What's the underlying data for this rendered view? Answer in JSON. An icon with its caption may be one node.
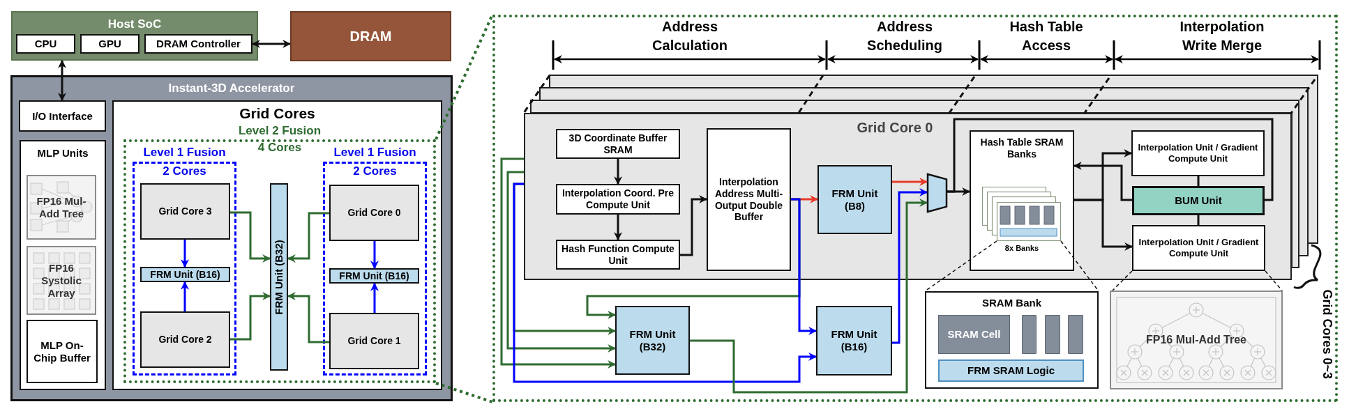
{
  "diagram": {
    "nodes": [
      {
        "text": [
          "Host SoC"
        ]
      },
      {
        "text": [
          "CPU"
        ],
        "in": 0
      },
      {
        "text": [
          "GPU"
        ],
        "in": 0
      },
      {
        "text": [
          "DRAM Controller"
        ],
        "in": 0
      },
      {
        "text": [
          "DRAM"
        ]
      },
      {
        "text": [
          "Instant-3D Accelerator"
        ]
      },
      {
        "text": [
          "I/O Interface"
        ],
        "in": 5
      },
      {
        "text": [
          "MLP Units"
        ],
        "in": 5
      },
      {
        "text": [
          "FP16 Mul-Add Tree"
        ],
        "in": 7
      },
      {
        "text": [
          "FP16 Systolic Array"
        ],
        "in": 7
      },
      {
        "text": [
          "MLP On-Chip Buffer"
        ],
        "in": 7
      },
      {
        "text": [
          "Grid Cores"
        ],
        "in": 5
      },
      {
        "text": [
          "Level 2 Fusion",
          "4 Cores"
        ],
        "in": 11
      },
      {
        "text": [
          "Level 1 Fusion",
          "2 Cores"
        ],
        "in": 12
      },
      {
        "text": [
          "Grid Core 3"
        ],
        "in": 13
      },
      {
        "text": [
          "FRM Unit (B16)"
        ],
        "in": 13
      },
      {
        "text": [
          "Grid Core 2"
        ],
        "in": 13
      },
      {
        "text": [
          "FRM Unit (B32)"
        ],
        "in": 12
      },
      {
        "text": [
          "Level 1 Fusion",
          "2 Cores"
        ],
        "in": 12
      },
      {
        "text": [
          "Grid Core 0"
        ],
        "in": 18
      },
      {
        "text": [
          "FRM Unit (B16)"
        ],
        "in": 18
      },
      {
        "text": [
          "Grid Core 1"
        ],
        "in": 18
      },
      {
        "text": [],
        "shape": "box"
      },
      {
        "text": [
          "Grid Core 0"
        ],
        "in": 22
      },
      {
        "text": [
          "3D Coordinate Buffer SRAM"
        ],
        "in": 23
      },
      {
        "text": [
          "Interpolation Coord. Pre Compute Unit"
        ],
        "in": 23
      },
      {
        "text": [
          "Hash Function Compute Unit"
        ],
        "in": 23
      },
      {
        "text": [
          "Interpolation Address Multi-Output Double Buffer"
        ],
        "in": 23
      },
      {
        "text": [
          "FRM Unit (B8)"
        ],
        "in": 23
      },
      {
        "text": [],
        "shape": "trapezoid",
        "in": 23
      },
      {
        "text": [
          "Hash Table SRAM Banks",
          "8x Banks"
        ],
        "in": 23
      },
      {
        "text": [],
        "shape": "picture",
        "in": 30
      },
      {
        "text": [
          "Interpolation Unit / Gradient Compute Unit"
        ],
        "in": 23
      },
      {
        "text": [
          "BUM Unit"
        ],
        "in": 23
      },
      {
        "text": [
          "Interpolation Unit / Gradient Compute Unit"
        ],
        "in": 23
      },
      {
        "text": [
          "FRM Unit (B32)"
        ],
        "in": 22
      },
      {
        "text": [
          "FRM Unit (B16)"
        ],
        "in": 22
      },
      {
        "text": [
          "SRAM Bank"
        ],
        "in": 22
      },
      {
        "text": [
          "SRAM Cell"
        ],
        "in": 37
      },
      {
        "text": [],
        "shape": "bar",
        "in": 37
      },
      {
        "text": [],
        "shape": "bar",
        "in": 37
      },
      {
        "text": [],
        "shape": "bar",
        "in": 37
      },
      {
        "text": [
          "FRM SRAM Logic"
        ],
        "in": 37
      },
      {
        "text": [
          "FP16 Mul-Add Tree"
        ],
        "in": 22
      }
    ],
    "edges": [
      {
        "from": 3,
        "to": 4,
        "arrow": "both"
      },
      {
        "from": 0,
        "to": 6,
        "arrow": "both"
      },
      {
        "from": 14,
        "to": 15,
        "arrow": "to",
        "color": "#0000ff"
      },
      {
        "from": 16,
        "to": 15,
        "arrow": "to",
        "color": "#0000ff"
      },
      {
        "from": 19,
        "to": 20,
        "arrow": "to",
        "color": "#0000ff"
      },
      {
        "from": 21,
        "to": 20,
        "arrow": "to",
        "color": "#0000ff"
      },
      {
        "from": 14,
        "to": 17,
        "arrow": "to",
        "color": "#2e6b30"
      },
      {
        "from": 16,
        "to": 17,
        "arrow": "to",
        "color": "#2e6b30"
      },
      {
        "from": 19,
        "to": 17,
        "arrow": "to",
        "color": "#2e6b30"
      },
      {
        "from": 21,
        "to": 17,
        "arrow": "to",
        "color": "#2e6b30"
      },
      {
        "from": 12,
        "to": 22,
        "arrow": "none",
        "style": "dashed",
        "color": "#2e6b30"
      },
      {
        "from": 12,
        "to": 22,
        "arrow": "none",
        "style": "dashed",
        "color": "#2e6b30"
      },
      {
        "from": 24,
        "to": 25,
        "arrow": "to"
      },
      {
        "from": 25,
        "to": 26,
        "arrow": "to"
      },
      {
        "from": 26,
        "to": 27,
        "arrow": "to"
      },
      {
        "from": 27,
        "to": 28,
        "arrow": "to",
        "color": "#e63a2a"
      },
      {
        "from": 27,
        "to": 35,
        "arrow": "to",
        "color": "#2e6b30"
      },
      {
        "from": 27,
        "to": 36,
        "arrow": "to",
        "color": "#0000ff"
      },
      {
        "from": 23,
        "to": 35,
        "arrow": "to",
        "color": "#2e6b30"
      },
      {
        "from": 23,
        "to": 35,
        "arrow": "to",
        "color": "#2e6b30"
      },
      {
        "from": 23,
        "to": 35,
        "arrow": "to",
        "color": "#2e6b30"
      },
      {
        "from": 23,
        "to": 36,
        "arrow": "to",
        "color": "#0000ff"
      },
      {
        "from": 28,
        "to": 29,
        "arrow": "to",
        "color": "#e63a2a"
      },
      {
        "from": 36,
        "to": 29,
        "arrow": "to",
        "color": "#0000ff"
      },
      {
        "from": 35,
        "to": 29,
        "arrow": "to",
        "color": "#2e6b30"
      },
      {
        "from": 29,
        "to": 30,
        "arrow": "to"
      },
      {
        "from": 29,
        "to": 33,
        "arrow": "none"
      },
      {
        "from": 30,
        "to": 32,
        "arrow": "to"
      },
      {
        "from": 30,
        "to": 34,
        "arrow": "to"
      },
      {
        "from": 33,
        "to": 30,
        "arrow": "to"
      },
      {
        "from": 32,
        "to": 33,
        "arrow": "none"
      },
      {
        "from": 33,
        "to": 34,
        "arrow": "none"
      },
      {
        "from": 31,
        "to": 37,
        "arrow": "none",
        "style": "dashed"
      },
      {
        "from": 31,
        "to": 37,
        "arrow": "none",
        "style": "dashed"
      },
      {
        "from": 34,
        "to": 43,
        "arrow": "none",
        "style": "dashed"
      },
      {
        "from": 34,
        "to": 43,
        "arrow": "none",
        "style": "dashed"
      }
    ],
    "labels": [
      "Address Calculation",
      "Address Scheduling",
      "Hash Table Access",
      "Interpolation Write Merge",
      "Grid Cores 0~3"
    ]
  }
}
